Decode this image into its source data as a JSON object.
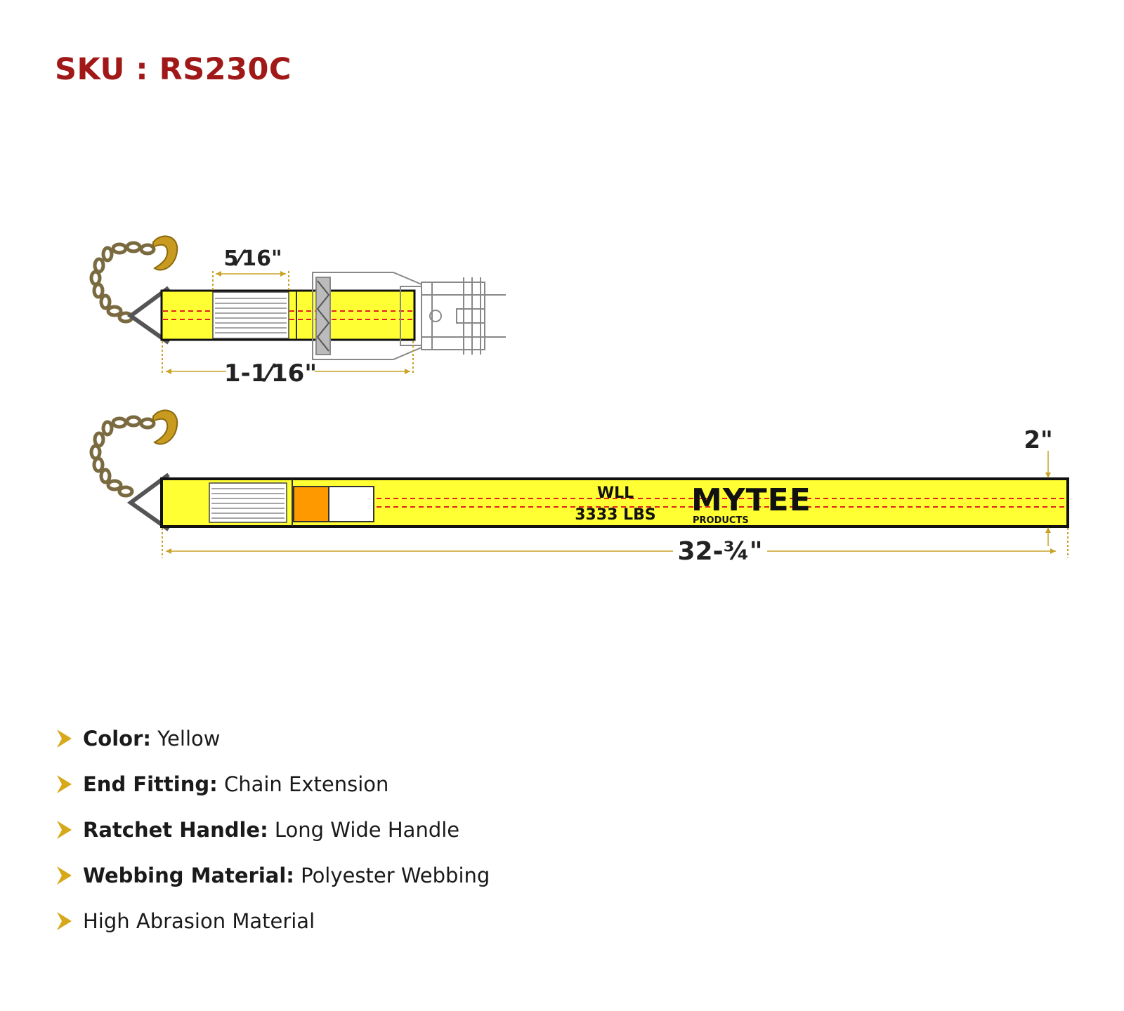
{
  "sku_label": "SKU : RS230C",
  "colors": {
    "sku": "#a01818",
    "webbing": "#ffff33",
    "stitch": "#e02020",
    "dimension": "#c9a227",
    "bullet": "#d6a81a",
    "chain": "#7a6a40",
    "hook": "#c89a20",
    "protector_orange": "#ff9900"
  },
  "diagram": {
    "short_strap": {
      "sleeve_dim": "5⁄16\"",
      "length_dim": "1-1⁄16\""
    },
    "long_strap": {
      "width_dim": "2\"",
      "length_dim": "32-¾\"",
      "wll_title": "WLL",
      "wll_value": "3333 LBS",
      "brand": "MYTEE",
      "brand_sub": "PRODUCTS"
    }
  },
  "features": [
    {
      "label": "Color:",
      "value": " Yellow"
    },
    {
      "label": "End Fitting:",
      "value": " Chain Extension"
    },
    {
      "label": "Ratchet Handle:",
      "value": " Long Wide Handle"
    },
    {
      "label": "Webbing Material:",
      "value": " Polyester Webbing"
    },
    {
      "label": "",
      "value": "High Abrasion Material"
    }
  ]
}
